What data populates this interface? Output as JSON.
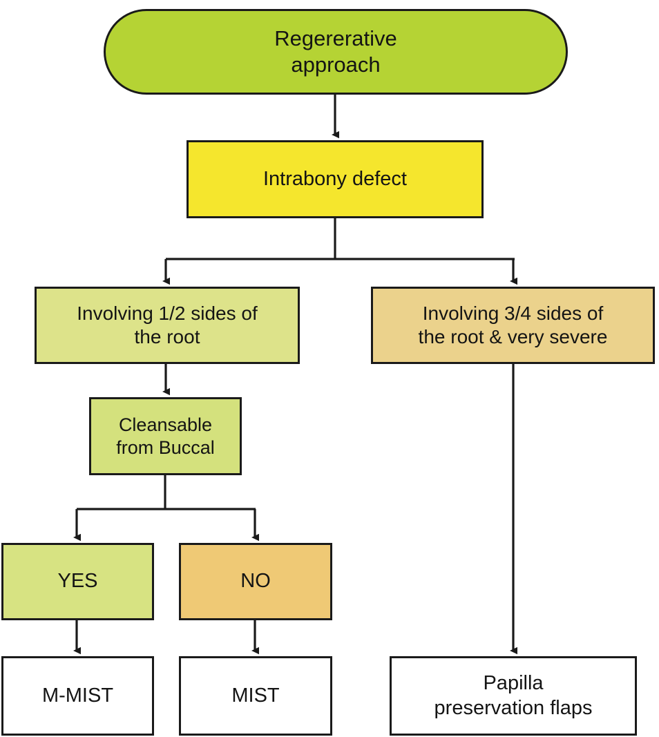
{
  "diagram": {
    "title": "Regererative approach decision flowchart",
    "type": "flowchart",
    "background_color": "#ffffff",
    "edge_color": "#1a1a1a",
    "nodes": [
      {
        "id": "root",
        "label": "Regererative\napproach",
        "shape": "stadium",
        "fill": "#b5d334"
      },
      {
        "id": "intrabony",
        "label": "Intrabony defect",
        "shape": "rectangle",
        "fill": "#f5e62d"
      },
      {
        "id": "sides12",
        "label": "Involving 1/2 sides of\nthe root",
        "shape": "rectangle",
        "fill": "#dde38a"
      },
      {
        "id": "sides34",
        "label": "Involving 3/4 sides of\nthe root & very severe",
        "shape": "rectangle",
        "fill": "#ebd28c"
      },
      {
        "id": "cleansable",
        "label": "Cleansable\nfrom Buccal",
        "shape": "rectangle",
        "fill": "#d4e17d"
      },
      {
        "id": "yes",
        "label": "YES",
        "shape": "rectangle",
        "fill": "#d7e382"
      },
      {
        "id": "no",
        "label": "NO",
        "shape": "rectangle",
        "fill": "#efc975"
      },
      {
        "id": "mmist",
        "label": "M-MIST",
        "shape": "rectangle",
        "fill": "#ffffff"
      },
      {
        "id": "mist",
        "label": "MIST",
        "shape": "rectangle",
        "fill": "#ffffff"
      },
      {
        "id": "papilla",
        "label": "Papilla\npreservation flaps",
        "shape": "rectangle",
        "fill": "#ffffff"
      }
    ],
    "edges": [
      {
        "from": "root",
        "to": "intrabony",
        "style": "straight-arrow"
      },
      {
        "from": "intrabony",
        "to": "sides12",
        "style": "split-arrow"
      },
      {
        "from": "intrabony",
        "to": "sides34",
        "style": "split-arrow"
      },
      {
        "from": "sides12",
        "to": "cleansable",
        "style": "straight-arrow"
      },
      {
        "from": "cleansable",
        "to": "yes",
        "style": "split-arrow"
      },
      {
        "from": "cleansable",
        "to": "no",
        "style": "split-arrow"
      },
      {
        "from": "yes",
        "to": "mmist",
        "style": "straight-arrow"
      },
      {
        "from": "no",
        "to": "mist",
        "style": "straight-arrow"
      },
      {
        "from": "sides34",
        "to": "papilla",
        "style": "straight-arrow"
      }
    ]
  }
}
